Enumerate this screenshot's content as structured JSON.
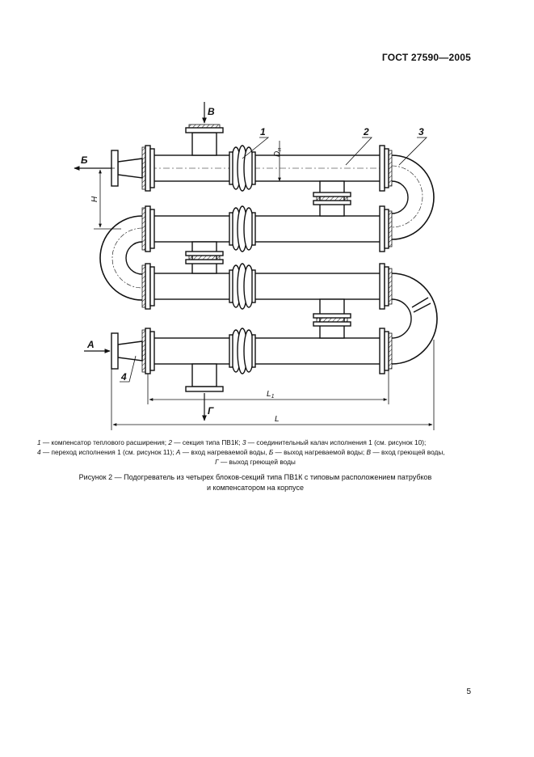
{
  "header": {
    "standard": "ГОСТ 27590—2005"
  },
  "figure": {
    "labels": {
      "num1": "1",
      "num2": "2",
      "num3": "3",
      "num4": "4",
      "A": "А",
      "B": "Б",
      "V": "В",
      "G": "Г",
      "H": "H",
      "Dn": "D",
      "Dn_sub": "н",
      "L1": "L",
      "L1_sub": "1",
      "L": "L"
    }
  },
  "legend": {
    "items": [
      {
        "key": "1",
        "text": " — компенсатор теплового расширения; "
      },
      {
        "key": "2",
        "text": " — секция типа ПВ1К; "
      },
      {
        "key": "3",
        "text": " — соединительный калач исполнения 1 (см. рисунок 10);"
      },
      {
        "key": "4",
        "text": " — переход исполнения 1 (см. рисунок 11); "
      },
      {
        "key": "А",
        "text": " — вход нагреваемой воды, "
      },
      {
        "key": "Б",
        "text": " — выход нагреваемой воды; "
      },
      {
        "key": "В",
        "text": " — вход греющей воды,"
      },
      {
        "key": "Г",
        "text": " — выход греющей воды"
      }
    ]
  },
  "caption": {
    "line1": "Рисунок 2 — Подогреватель из четырех блоков-секций типа ПВ1К с типовым расположением патрубков",
    "line2": "и компенсатором на корпусе"
  },
  "page": {
    "number": "5"
  }
}
